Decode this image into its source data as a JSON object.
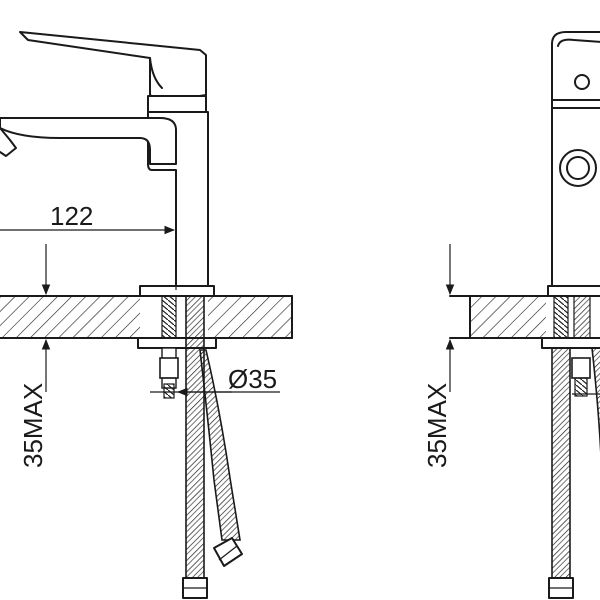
{
  "dimensions": {
    "spout_reach": "122",
    "hole_diameter": "Ø35",
    "max_thickness_side": "35MAX",
    "max_thickness_front": "35MAX"
  }
}
